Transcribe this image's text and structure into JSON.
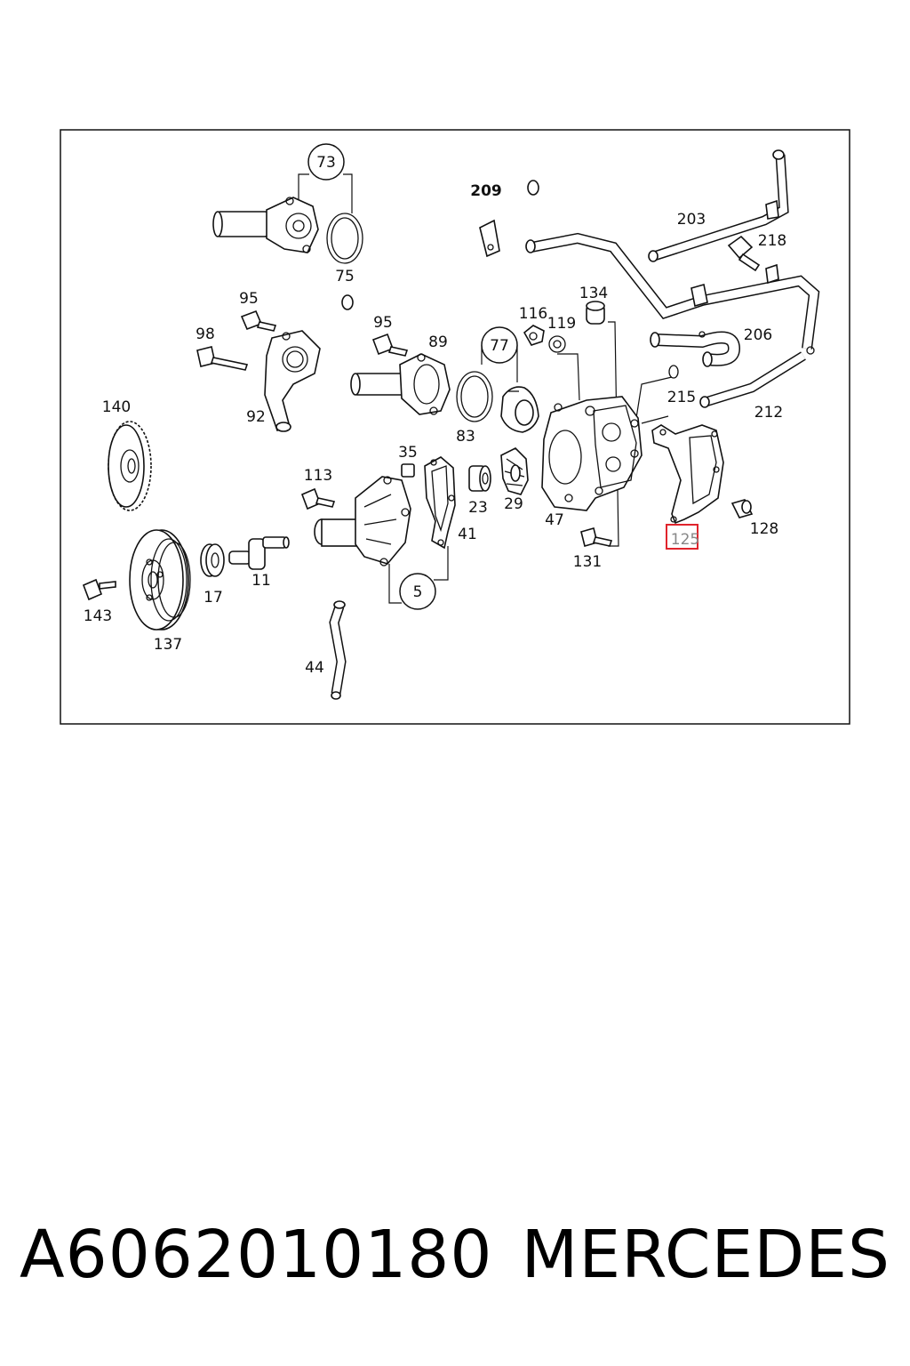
{
  "diagram": {
    "callouts": {
      "c73": "73",
      "c75": "75",
      "c209": "209",
      "c203": "203",
      "c218": "218",
      "c95a": "95",
      "c98": "98",
      "c92": "92",
      "c95b": "95",
      "c89": "89",
      "c77": "77",
      "c83": "83",
      "c116": "116",
      "c119": "119",
      "c134": "134",
      "c206": "206",
      "c215": "215",
      "c212": "212",
      "c140": "140",
      "c113": "113",
      "c35": "35",
      "c23": "23",
      "c29": "29",
      "c47": "47",
      "c41": "41",
      "c125": "125",
      "c128": "128",
      "c131": "131",
      "c17": "17",
      "c11": "11",
      "c143": "143",
      "c137": "137",
      "c5": "5",
      "c44": "44"
    },
    "highlight_color": "#e0242c"
  },
  "footer": {
    "part_number": "A6062010180",
    "brand": "MERCEDES"
  }
}
